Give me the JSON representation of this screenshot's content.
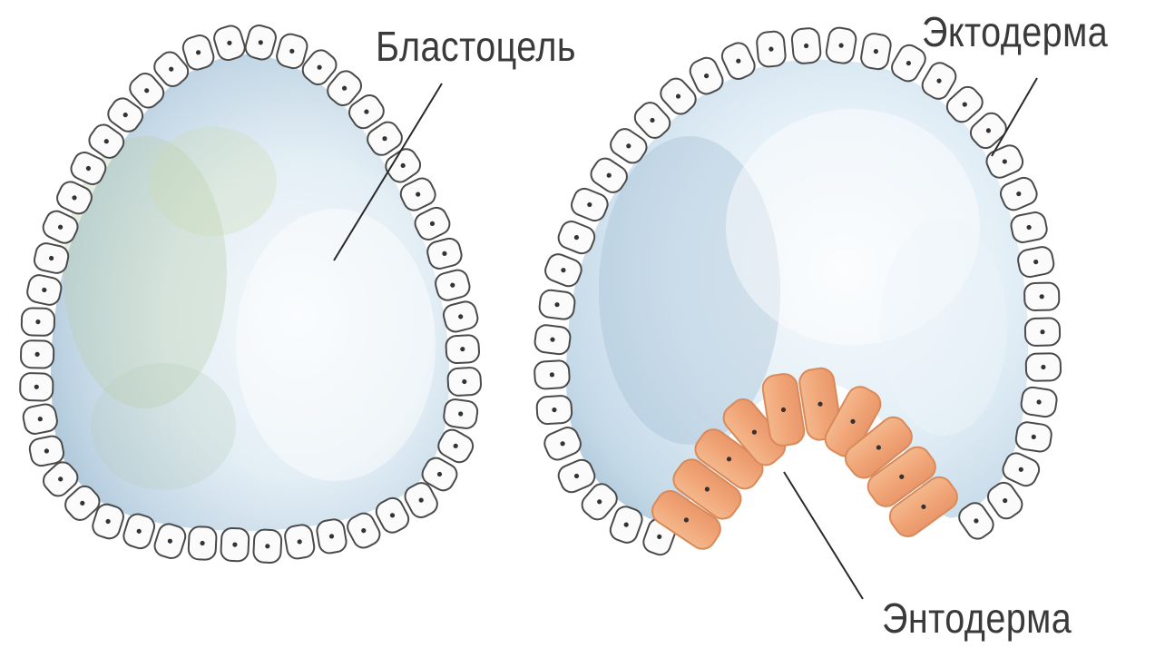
{
  "labels": {
    "blastocoel": "Бластоцель",
    "ectoderm": "Эктодерма",
    "endoderm": "Энтодерма"
  },
  "colors": {
    "cell_fill": "#fbfbfb",
    "cell_stroke": "#4a4a4a",
    "nucleus": "#333333",
    "cavity_light": "#eef5fa",
    "cavity_mid": "#cfe0ec",
    "cavity_dark": "#a9c3d8",
    "cavity_tint": "#c8d8b8",
    "endoderm_fill": "#f0a97a",
    "endoderm_dark": "#d98a5a",
    "label_text": "#3a3a3a",
    "leader_line": "#2a2a2a"
  }
}
